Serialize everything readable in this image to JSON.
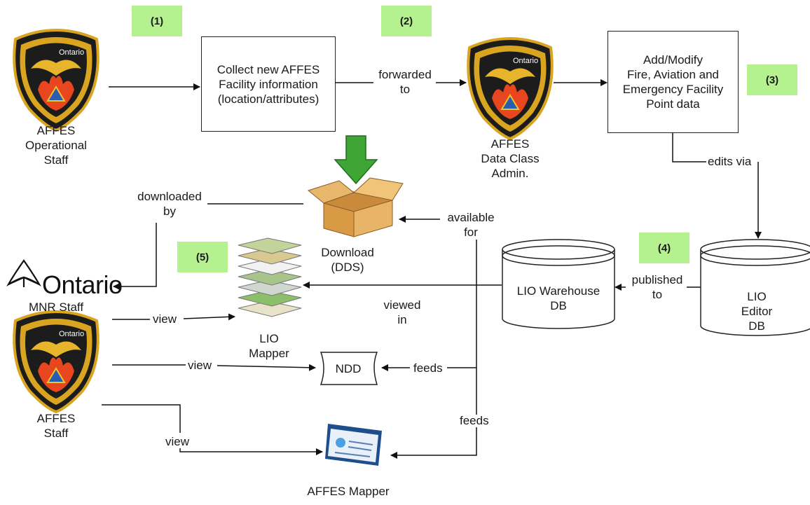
{
  "steps": {
    "s1": "(1)",
    "s2": "(2)",
    "s3": "(3)",
    "s4": "(4)",
    "s5": "(5)"
  },
  "nodes": {
    "operational_staff": "AFFES\nOperational\nStaff",
    "collect_box": "Collect new AFFES\nFacility information\n(location/attributes)",
    "data_class_admin": "AFFES\nData Class\nAdmin.",
    "add_modify_box": "Add/Modify\nFire, Aviation and\nEmergency Facility\nPoint data",
    "download": "Download\n(DDS)",
    "ontario_logo_text": "Ontario",
    "mnr_staff": "MNR Staff",
    "lio_mapper": "LIO\nMapper",
    "lio_warehouse": "LIO Warehouse\nDB",
    "lio_editor": "LIO Editor\nDB",
    "ndd": "NDD",
    "affes_staff": "AFFES\nStaff",
    "affes_mapper": "AFFES Mapper"
  },
  "edges": {
    "forwarded_to": "forwarded\nto",
    "edits_via": "edits via",
    "downloaded_by": "downloaded\nby",
    "available_for": "available\nfor",
    "published_to": "published\nto",
    "viewed_in": "viewed\nin",
    "view_lio": "view",
    "view_ndd": "view",
    "view_mapper": "view",
    "feeds_ndd": "feeds",
    "feeds_mapper": "feeds"
  },
  "badge": {
    "logo_text": "Ontario"
  },
  "colors": {
    "step_bg": "#b5f28f",
    "shield_dark": "#1c1c1c",
    "shield_gold": "#d9a520",
    "flame": "#e8461e",
    "arrow_green": "#3fa535"
  }
}
